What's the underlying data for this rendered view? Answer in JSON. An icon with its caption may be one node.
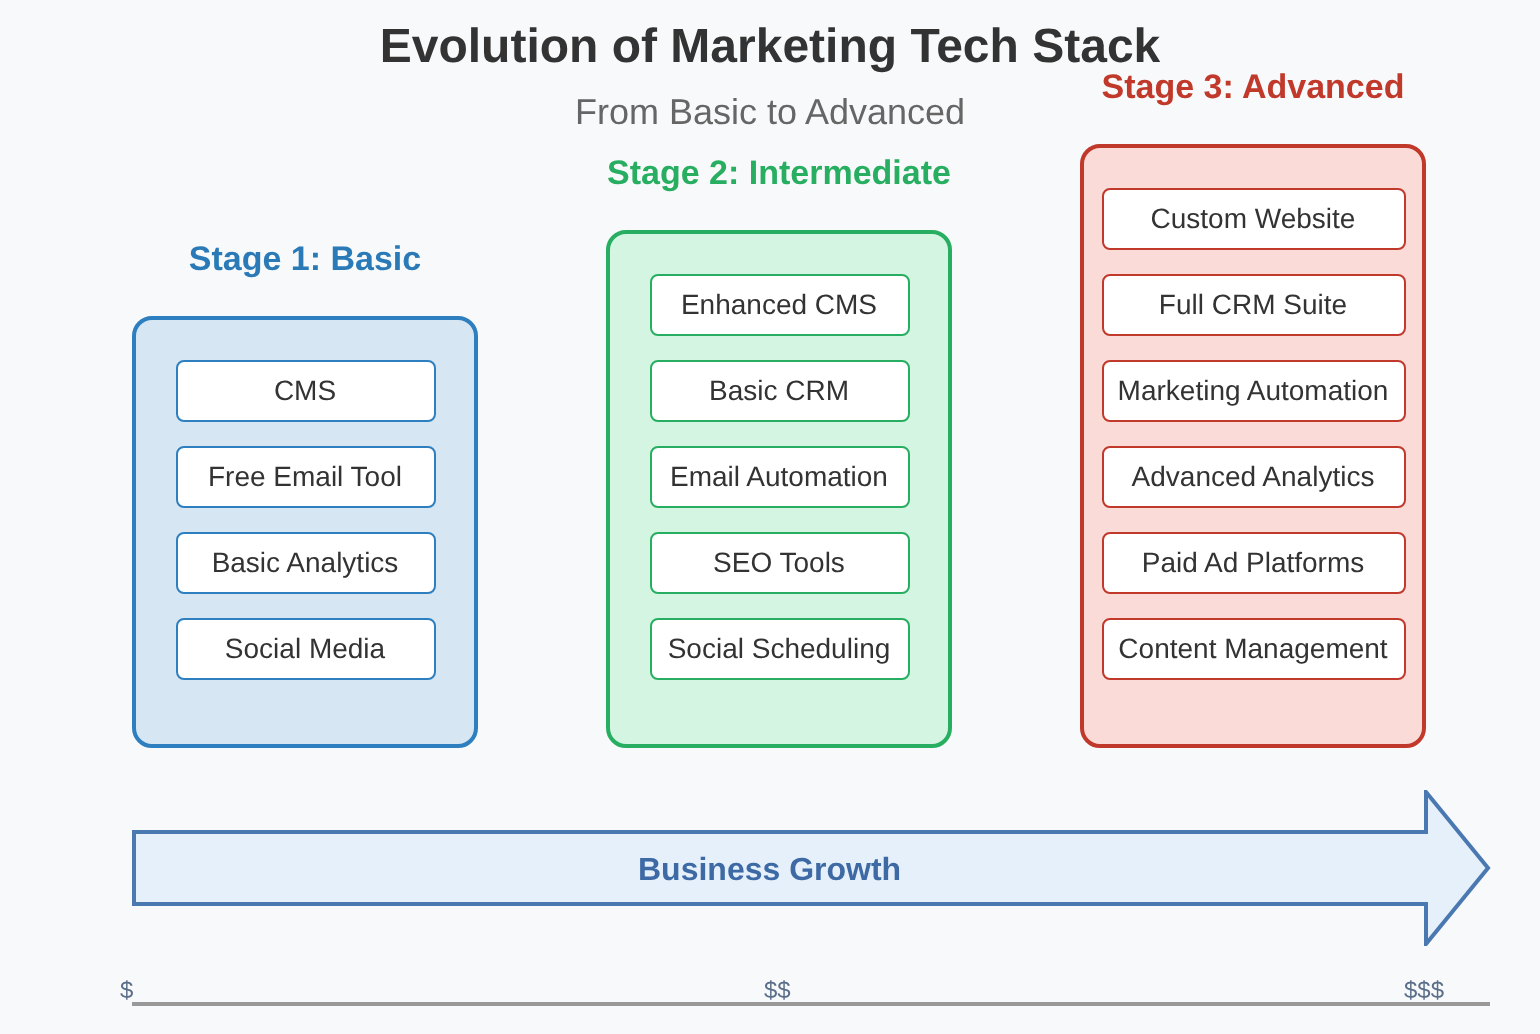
{
  "diagram": {
    "title": "Evolution of Marketing Tech Stack",
    "nodes": [
      {
        "text": [
          "Stage 1: Basic"
        ]
      },
      {
        "text": [
          "CMS"
        ],
        "in": 0
      },
      {
        "text": [
          "Free Email Tool"
        ],
        "in": 0
      },
      {
        "text": [
          "Basic Analytics"
        ],
        "in": 0
      },
      {
        "text": [
          "Social Media"
        ],
        "in": 0
      },
      {
        "text": [
          "Stage 2: Intermediate"
        ]
      },
      {
        "text": [
          "Enhanced CMS"
        ],
        "in": 5
      },
      {
        "text": [
          "Basic CRM"
        ],
        "in": 5
      },
      {
        "text": [
          "Email Automation"
        ],
        "in": 5
      },
      {
        "text": [
          "SEO Tools"
        ],
        "in": 5
      },
      {
        "text": [
          "Social Scheduling"
        ],
        "in": 5
      },
      {
        "text": [
          "Stage 3: Advanced"
        ]
      },
      {
        "text": [
          "Custom Website"
        ],
        "in": 11
      },
      {
        "text": [
          "Full CRM Suite"
        ],
        "in": 11
      },
      {
        "text": [
          "Marketing Automation"
        ],
        "in": 11
      },
      {
        "text": [
          "Advanced Analytics"
        ],
        "in": 11
      },
      {
        "text": [
          "Paid Ad Platforms"
        ],
        "in": 11
      },
      {
        "text": [
          "Content Management"
        ],
        "in": 11
      },
      {
        "text": [
          "Business Growth"
        ]
      }
    ],
    "labels": [
      "From Basic to Advanced",
      "$",
      "$$",
      "$$$"
    ]
  }
}
